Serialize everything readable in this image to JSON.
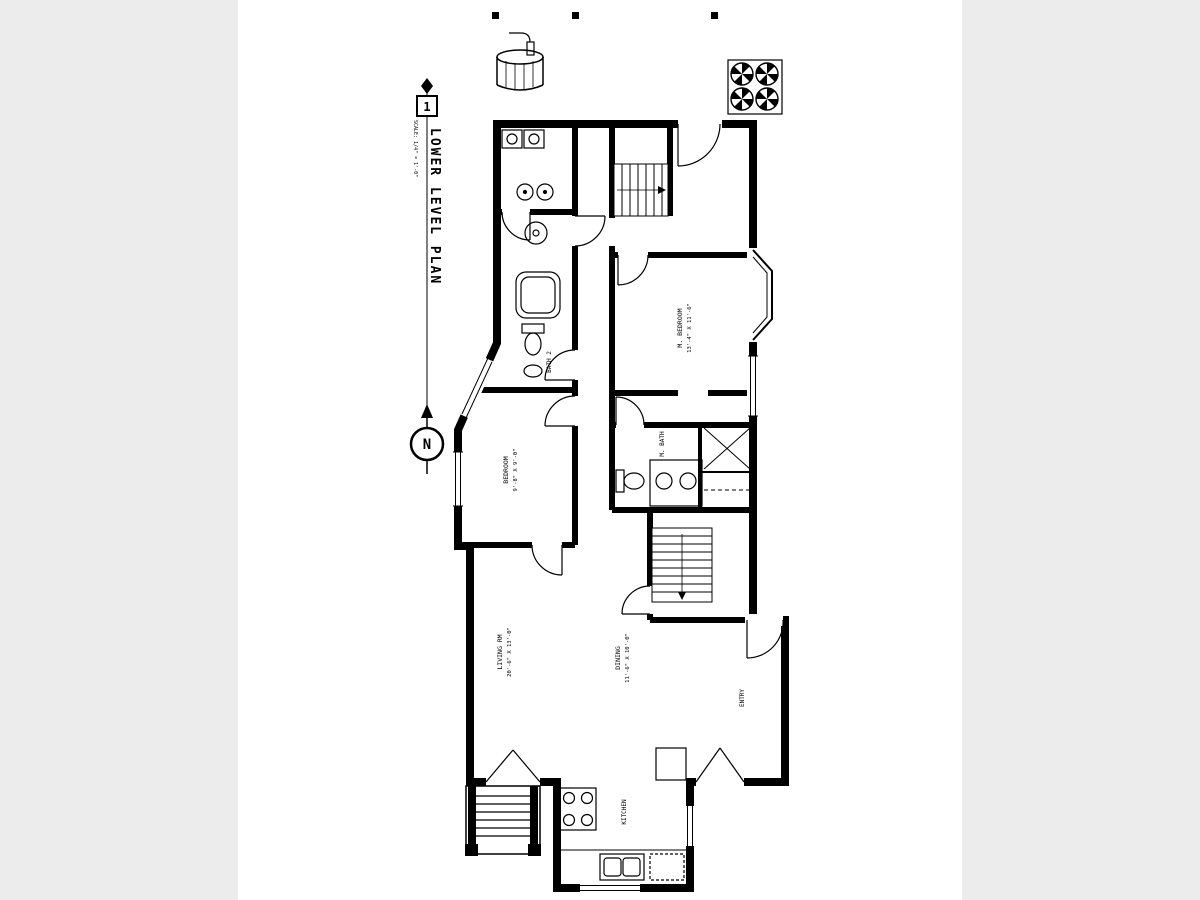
{
  "page": {
    "background": "#ffffff",
    "margin_color": "#ececec",
    "line_color": "#000000"
  },
  "title_block": {
    "sheet_number": "1",
    "title": "LOWER LEVEL PLAN",
    "scale": "SCALE: 1/4\" = 1'-0\""
  },
  "compass": {
    "north_label": "N"
  },
  "rooms": {
    "m_bedroom": {
      "name": "M. BEDROOM",
      "dims": "13'-4\" X 11'-6\""
    },
    "bedroom": {
      "name": "BEDROOM",
      "dims": "9'-8\" X 9'-0\""
    },
    "bath2": {
      "name": "BATH 2"
    },
    "m_bath": {
      "name": "M. BATH"
    },
    "living": {
      "name": "LIVING RM",
      "dims": "20'-6\" X 13'-0\""
    },
    "dining": {
      "name": "DINING",
      "dims": "11'-6\" X 10'-0\""
    },
    "entry": {
      "name": "ENTRY"
    },
    "kitchen": {
      "name": "KITCHEN"
    }
  }
}
